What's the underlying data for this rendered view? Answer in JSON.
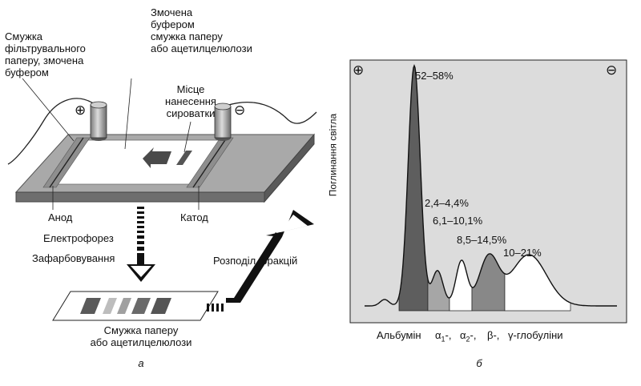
{
  "panel_a": {
    "label_strip_filter": "Смужка\nфільтрувального\nпаперу, змочена\nбуфером",
    "label_strip_buffer": "Змочена\nбуфером\nсмужка паперу\nабо ацетилцелюлози",
    "label_sample_site": "Місце\nнанесення\nсироватки",
    "plus_sign": "⊕",
    "minus_sign": "⊖",
    "label_anode": "Анод",
    "label_cathode": "Катод",
    "label_electrophoresis": "Електрофорез",
    "label_staining": "Зафарбовування",
    "label_separation": "Розподіл фракцій",
    "label_result_strip": "Смужка паперу\nабо ацетилцелюлози",
    "panel_letter": "а"
  },
  "panel_b": {
    "plus_sign": "⊕",
    "minus_sign": "⊖",
    "ylabel": "Поглинання світла",
    "panel_letter": "б"
  },
  "chart_data": {
    "type": "area",
    "title": "",
    "xlabel": "",
    "ylabel": "Поглинання світла",
    "grid": false,
    "categories": [
      "Альбумін",
      "α1-,",
      "α2-,",
      "β-,",
      "γ-глобуліни"
    ],
    "annotations": [
      "52–58%",
      "2,4–4,4%",
      "6,1–10,1%",
      "8,5–14,5%",
      "10–21%"
    ],
    "series": [
      {
        "values": [
          55,
          3.4,
          8.1,
          11.5,
          15.5
        ]
      }
    ]
  },
  "colors": {
    "albumin_fill": "#5e5e5e",
    "alpha1_fill": "#a6a6a6",
    "beta_fill": "#888888",
    "chart_background": "#dcdcdc",
    "plate": "#a9a9a9"
  }
}
